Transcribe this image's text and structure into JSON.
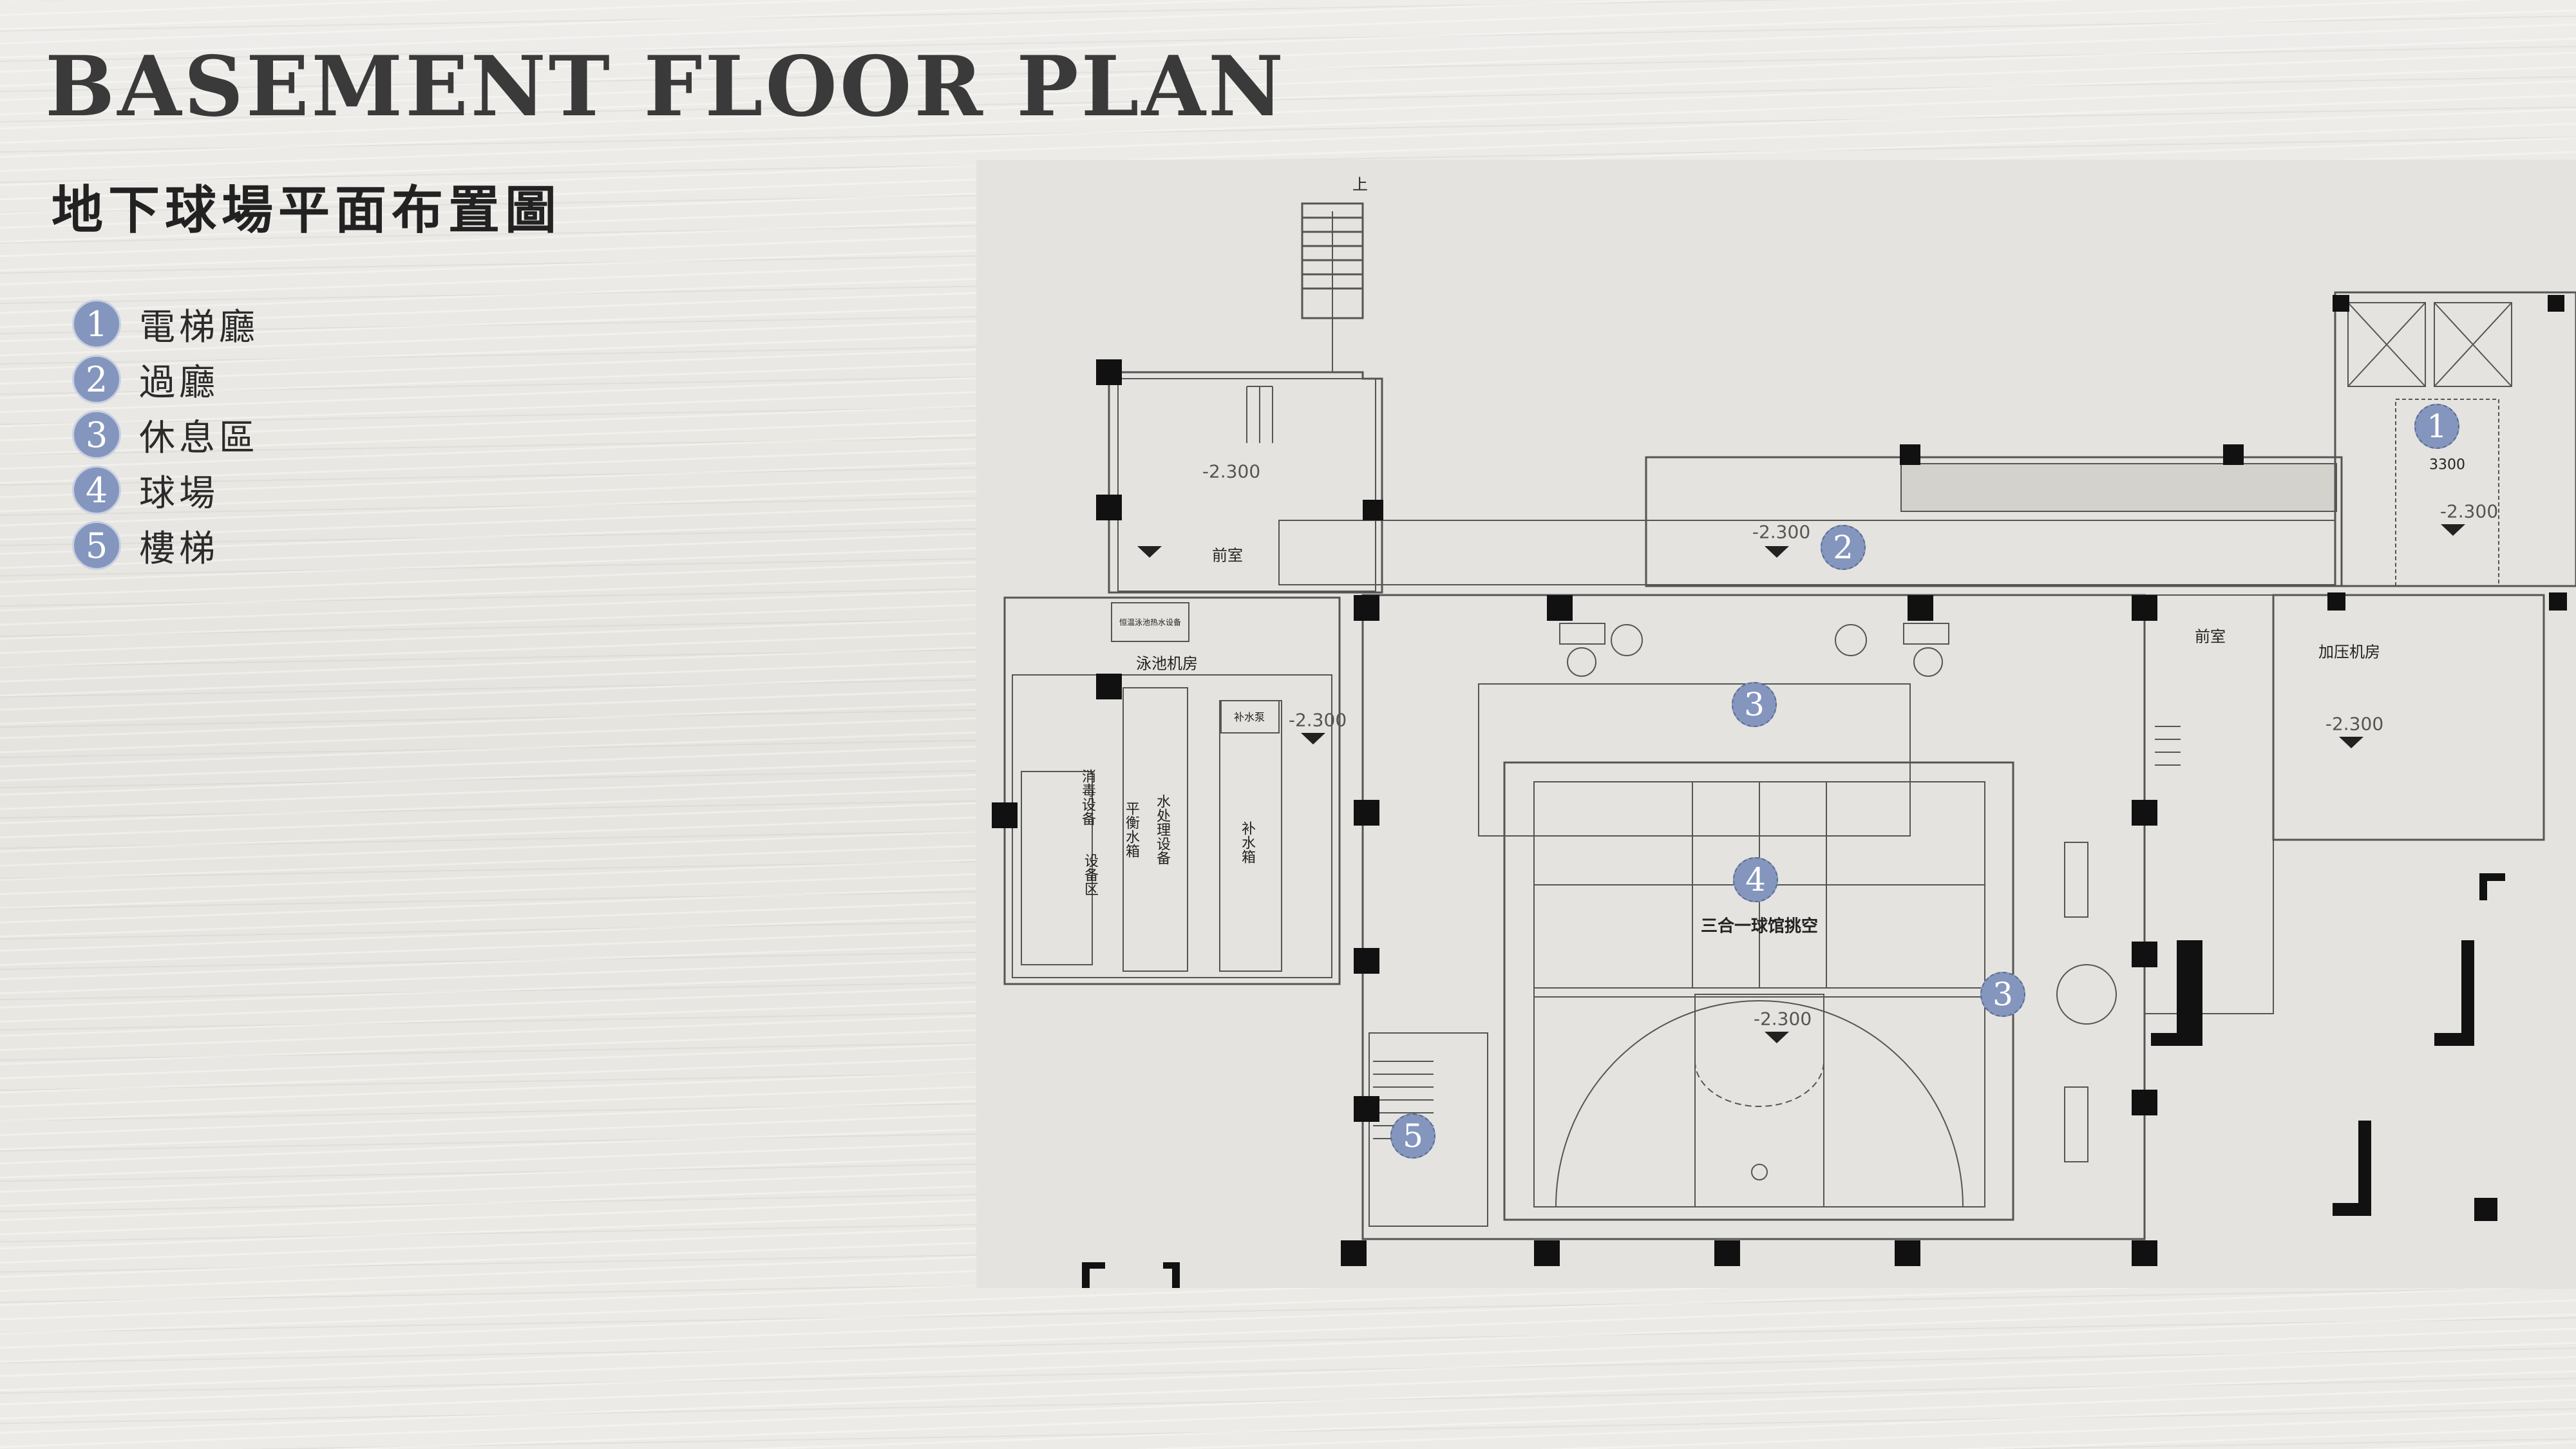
{
  "title": "BASEMENT FLOOR PLAN",
  "subtitle": "地下球場平面布置圖",
  "legend": [
    {
      "num": "1",
      "label": "電梯廳"
    },
    {
      "num": "2",
      "label": "過廳"
    },
    {
      "num": "3",
      "label": "休息區"
    },
    {
      "num": "4",
      "label": "球場"
    },
    {
      "num": "5",
      "label": "樓梯"
    }
  ],
  "colors": {
    "marker": "#8496bd",
    "plan_bg": "#e4e3df",
    "line": "#555555"
  },
  "plan": {
    "up_arrow": "上",
    "rooms": {
      "anteroom_1": "前室",
      "pool_room": "泳池机房",
      "pool_equipment": "恒温泳池热水设备",
      "court": "三合一球馆挑空",
      "anteroom_2": "前室",
      "pressure_room": "加压机房",
      "elevator_dim": "3300"
    },
    "equipment": {
      "tank_a": "消毒设备",
      "tank_b": "设备区",
      "tank_c": "平衡水箱",
      "tank_d": "水处理设备",
      "tank_e": "补水箱",
      "small_box": "补水泵"
    },
    "elevations": {
      "e1": "-2.300",
      "e2": "-2.300",
      "e3": "-2.300",
      "e4": "-2.300",
      "e5": "-2.300",
      "e6": "-2.300"
    },
    "markers": {
      "m1": "1",
      "m2": "2",
      "m3a": "3",
      "m3b": "3",
      "m4": "4",
      "m5": "5"
    }
  }
}
